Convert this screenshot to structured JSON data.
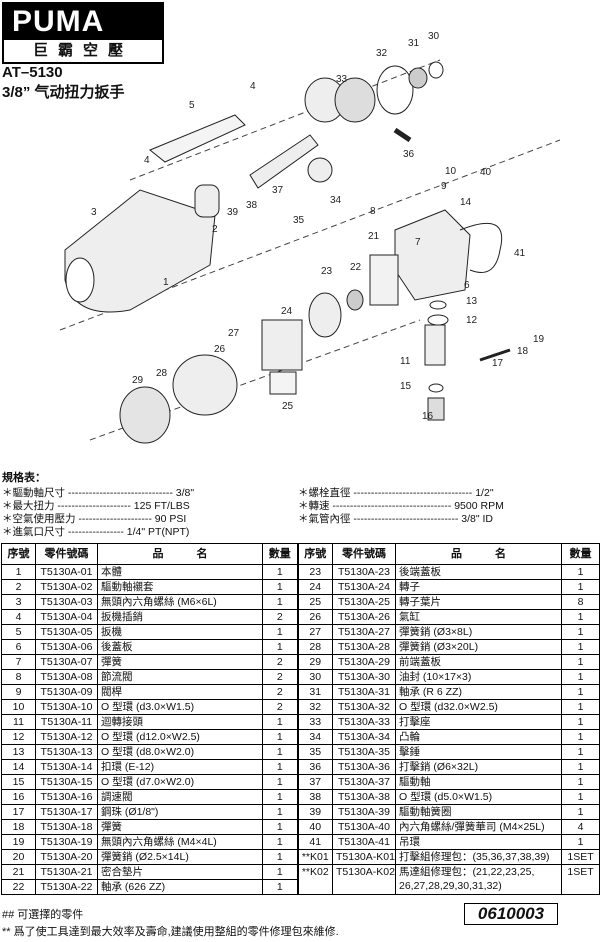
{
  "header": {
    "brand": "PUMA",
    "brand_cn": "巨霸空壓",
    "model": "AT–5130",
    "title": "3/8” 气动扭力扳手"
  },
  "diagram": {
    "callouts": [
      "1",
      "2",
      "3",
      "4",
      "4",
      "5",
      "6",
      "7",
      "8",
      "9",
      "10",
      "11",
      "12",
      "13",
      "14",
      "15",
      "16",
      "17",
      "18",
      "19",
      "21",
      "22",
      "23",
      "24",
      "25",
      "26",
      "27",
      "28",
      "29",
      "30",
      "31",
      "32",
      "33",
      "34",
      "35",
      "36",
      "37",
      "38",
      "39",
      "40",
      "41"
    ]
  },
  "specs": {
    "title": "規格表：",
    "items": [
      "＊驅動軸尺寸 ------------------------------ 3/8\"",
      "＊最大扭力 --------------------- 125 FT/LBS",
      "＊空氣使用壓力 --------------------- 90 PSI",
      "＊進氣口尺寸 ---------------- 1/4\" PT(NPT)",
      "＊螺栓直徑 ---------------------------------- 1/2\"",
      "＊轉速 ---------------------------------- 9500 RPM",
      "＊氣管內徑 ------------------------------ 3/8\" ID"
    ]
  },
  "table": {
    "headers": [
      "序號",
      "零件號碼",
      "品　　　名",
      "數量",
      "序號",
      "零件號碼",
      "品　　　名",
      "數量"
    ],
    "rows": [
      [
        "1",
        "T5130A-01",
        "本體",
        "1",
        "23",
        "T5130A-23",
        "後端蓋板",
        "1"
      ],
      [
        "2",
        "T5130A-02",
        "驅動軸襯套",
        "1",
        "24",
        "T5130A-24",
        "轉子",
        "1"
      ],
      [
        "3",
        "T5130A-03",
        "無頭內六角螺絲 (M6×6L)",
        "1",
        "25",
        "T5130A-25",
        "轉子葉片",
        "8"
      ],
      [
        "4",
        "T5130A-04",
        "扳機插銷",
        "2",
        "26",
        "T5130A-26",
        "氣缸",
        "1"
      ],
      [
        "5",
        "T5130A-05",
        "扳機",
        "1",
        "27",
        "T5130A-27",
        "彈簧銷 (Ø3×8L)",
        "1"
      ],
      [
        "6",
        "T5130A-06",
        "後蓋板",
        "1",
        "28",
        "T5130A-28",
        "彈簧銷 (Ø3×20L)",
        "1"
      ],
      [
        "7",
        "T5130A-07",
        "彈簧",
        "2",
        "29",
        "T5130A-29",
        "前端蓋板",
        "1"
      ],
      [
        "8",
        "T5130A-08",
        "節流閥",
        "2",
        "30",
        "T5130A-30",
        "油封 (10×17×3)",
        "1"
      ],
      [
        "9",
        "T5130A-09",
        "閥桿",
        "2",
        "31",
        "T5130A-31",
        "軸承 (R 6 ZZ)",
        "1"
      ],
      [
        "10",
        "T5130A-10",
        "O 型環 (d3.0×W1.5)",
        "2",
        "32",
        "T5130A-32",
        "O 型環 (d32.0×W2.5)",
        "1"
      ],
      [
        "11",
        "T5130A-11",
        "迴轉接頭",
        "1",
        "33",
        "T5130A-33",
        "打擊座",
        "1"
      ],
      [
        "12",
        "T5130A-12",
        "O 型環 (d12.0×W2.5)",
        "1",
        "34",
        "T5130A-34",
        "凸輪",
        "1"
      ],
      [
        "13",
        "T5130A-13",
        "O 型環 (d8.0×W2.0)",
        "1",
        "35",
        "T5130A-35",
        "擊錘",
        "1"
      ],
      [
        "14",
        "T5130A-14",
        "扣環 (E-12)",
        "1",
        "36",
        "T5130A-36",
        "打擊銷 (Ø6×32L)",
        "1"
      ],
      [
        "15",
        "T5130A-15",
        "O 型環 (d7.0×W2.0)",
        "1",
        "37",
        "T5130A-37",
        "驅動軸",
        "1"
      ],
      [
        "16",
        "T5130A-16",
        "調速閥",
        "1",
        "38",
        "T5130A-38",
        "O 型環 (d5.0×W1.5)",
        "1"
      ],
      [
        "17",
        "T5130A-17",
        "鋼珠 (Ø1/8\")",
        "1",
        "39",
        "T5130A-39",
        "驅動軸簧圈",
        "1"
      ],
      [
        "18",
        "T5130A-18",
        "彈簧",
        "1",
        "40",
        "T5130A-40",
        "內六角螺絲/彈簧華司 (M4×25L)",
        "4"
      ],
      [
        "19",
        "T5130A-19",
        "無頭內六角螺絲 (M4×4L)",
        "1",
        "41",
        "T5130A-41",
        "吊環",
        "1"
      ],
      [
        "20",
        "T5130A-20",
        "彈簧銷 (Ø2.5×14L)",
        "1",
        "**K01",
        "T5130A-K01",
        "打擊組修理包：(35,36,37,38,39)",
        "1SET"
      ],
      [
        "21",
        "T5130A-21",
        "密合墊片",
        "1",
        "**K02",
        "T5130A-K02",
        "馬達組修理包：(21,22,23,25, 26,27,28,29,30,31,32)",
        "1SET"
      ],
      [
        "22",
        "T5130A-22",
        "軸承 (626 ZZ)",
        "1",
        "",
        "",
        "",
        ""
      ]
    ]
  },
  "footer": {
    "note1": "## 可選擇的零件",
    "note2": "** 爲了使工具達到最大效率及壽命,建議使用整組的零件修理包來維修.",
    "code": "0610003"
  }
}
